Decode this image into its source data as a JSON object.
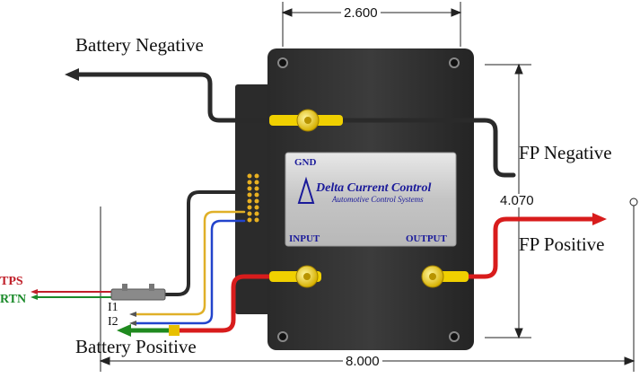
{
  "labels": {
    "battery_negative": "Battery Negative",
    "fp_negative": "FP Negative",
    "fp_positive": "FP Positive",
    "battery_positive": "Battery Positive",
    "tps": "TPS",
    "rtn": "RTN",
    "i1": "I1",
    "i2": "I2"
  },
  "dimensions": {
    "width": "2.600",
    "height": "4.070",
    "overall_length": "8.000"
  },
  "faceplate": {
    "gnd": "GND",
    "brand": "Delta Current Control",
    "tagline": "Automotive Control Systems",
    "input": "INPUT",
    "output": "OUTPUT"
  },
  "colors": {
    "tps": "#c0202a",
    "rtn": "#1a8a2a",
    "wire_red": "#d81c1c",
    "wire_black": "#2a2a2a",
    "wire_green": "#1f8a1f",
    "brand_blue": "#1a1a9a"
  }
}
